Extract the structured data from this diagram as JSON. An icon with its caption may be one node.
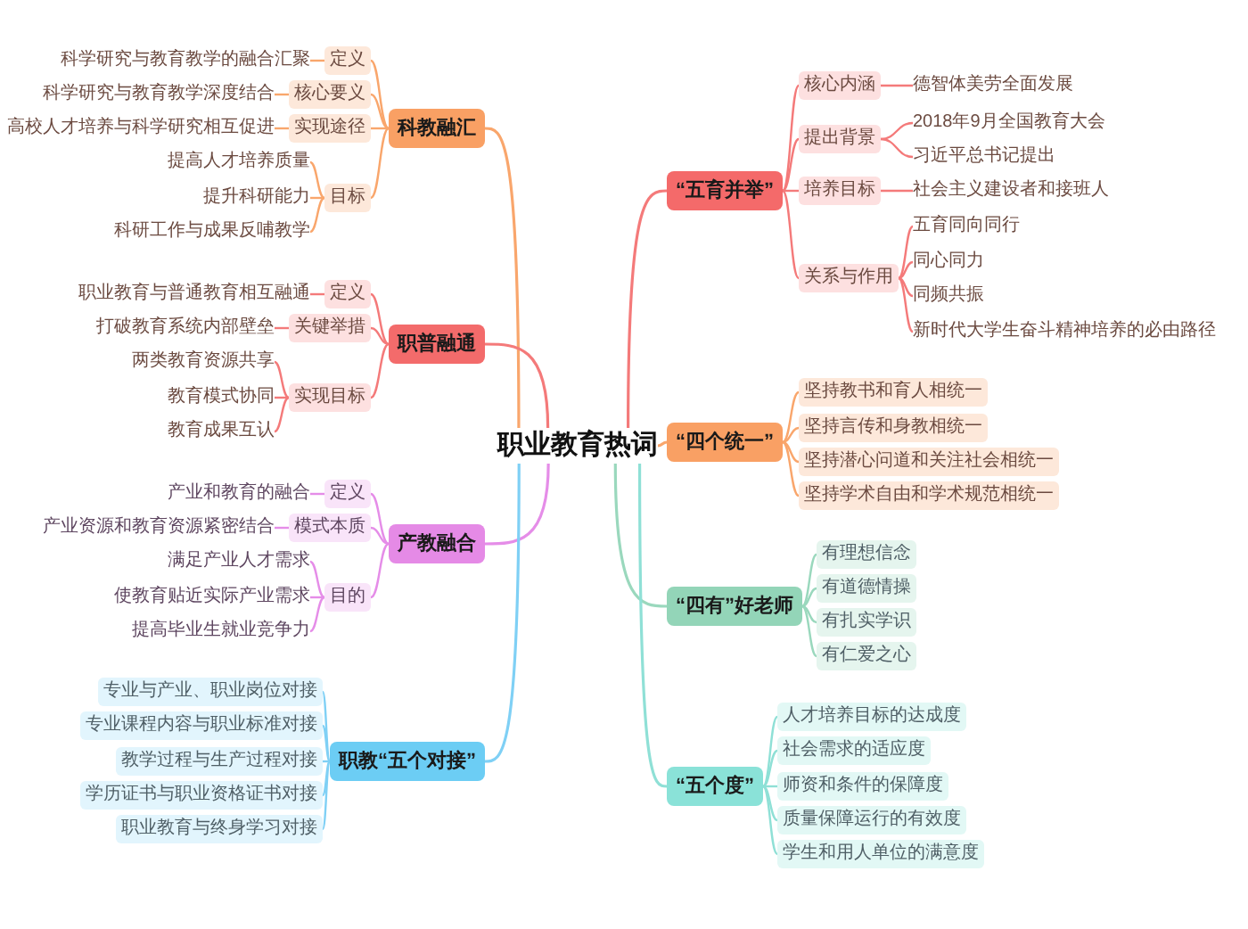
{
  "diagram": {
    "nodes": [
      {
        "text": [
          "职业教育热词"
        ]
      },
      {
        "text": [
          "科教融汇"
        ]
      },
      {
        "text": [
          "定义"
        ]
      },
      {
        "text": [
          "科学研究与教育教学的融合汇聚"
        ]
      },
      {
        "text": [
          "核心要义"
        ]
      },
      {
        "text": [
          "科学研究与教育教学深度结合"
        ]
      },
      {
        "text": [
          "实现途径"
        ]
      },
      {
        "text": [
          "高校人才培养与科学研究相互促进"
        ]
      },
      {
        "text": [
          "目标"
        ]
      },
      {
        "text": [
          "提高人才培养质量"
        ]
      },
      {
        "text": [
          "提升科研能力"
        ]
      },
      {
        "text": [
          "科研工作与成果反哺教学"
        ]
      },
      {
        "text": [
          "职普融通"
        ]
      },
      {
        "text": [
          "定义"
        ]
      },
      {
        "text": [
          "职业教育与普通教育相互融通"
        ]
      },
      {
        "text": [
          "关键举措"
        ]
      },
      {
        "text": [
          "打破教育系统内部壁垒"
        ]
      },
      {
        "text": [
          "实现目标"
        ]
      },
      {
        "text": [
          "两类教育资源共享"
        ]
      },
      {
        "text": [
          "教育模式协同"
        ]
      },
      {
        "text": [
          "教育成果互认"
        ]
      },
      {
        "text": [
          "产教融合"
        ]
      },
      {
        "text": [
          "定义"
        ]
      },
      {
        "text": [
          "产业和教育的融合"
        ]
      },
      {
        "text": [
          "模式本质"
        ]
      },
      {
        "text": [
          "产业资源和教育资源紧密结合"
        ]
      },
      {
        "text": [
          "目的"
        ]
      },
      {
        "text": [
          "满足产业人才需求"
        ]
      },
      {
        "text": [
          "使教育贴近实际产业需求"
        ]
      },
      {
        "text": [
          "提高毕业生就业竞争力"
        ]
      },
      {
        "text": [
          "职教“五个对接”"
        ]
      },
      {
        "text": [
          "专业与产业、职业岗位对接"
        ]
      },
      {
        "text": [
          "专业课程内容与职业标准对接"
        ]
      },
      {
        "text": [
          "教学过程与生产过程对接"
        ]
      },
      {
        "text": [
          "学历证书与职业资格证书对接"
        ]
      },
      {
        "text": [
          "职业教育与终身学习对接"
        ]
      },
      {
        "text": [
          "“五育并举”"
        ]
      },
      {
        "text": [
          "核心内涵"
        ]
      },
      {
        "text": [
          "德智体美劳全面发展"
        ]
      },
      {
        "text": [
          "提出背景"
        ]
      },
      {
        "text": [
          "2018年9月全国教育大会"
        ]
      },
      {
        "text": [
          "习近平总书记提出"
        ]
      },
      {
        "text": [
          "培养目标"
        ]
      },
      {
        "text": [
          "社会主义建设者和接班人"
        ]
      },
      {
        "text": [
          "关系与作用"
        ]
      },
      {
        "text": [
          "五育同向同行"
        ]
      },
      {
        "text": [
          "同心同力"
        ]
      },
      {
        "text": [
          "同频共振"
        ]
      },
      {
        "text": [
          "新时代大学生奋斗精神培养的必由路径"
        ]
      },
      {
        "text": [
          "“四个统一”"
        ]
      },
      {
        "text": [
          "坚持教书和育人相统一"
        ]
      },
      {
        "text": [
          "坚持言传和身教相统一"
        ]
      },
      {
        "text": [
          "坚持潜心问道和关注社会相统一"
        ]
      },
      {
        "text": [
          "坚持学术自由和学术规范相统一"
        ]
      },
      {
        "text": [
          "“四有”好老师"
        ]
      },
      {
        "text": [
          "有理想信念"
        ]
      },
      {
        "text": [
          "有道德情操"
        ]
      },
      {
        "text": [
          "有扎实学识"
        ]
      },
      {
        "text": [
          "有仁爱之心"
        ]
      },
      {
        "text": [
          "“五个度”"
        ]
      },
      {
        "text": [
          "人才培养目标的达成度"
        ]
      },
      {
        "text": [
          "社会需求的适应度"
        ]
      },
      {
        "text": [
          "师资和条件的保障度"
        ]
      },
      {
        "text": [
          "质量保障运行的有效度"
        ]
      },
      {
        "text": [
          "学生和用人单位的满意度"
        ]
      }
    ],
    "edges": [
      {
        "from": 0,
        "to": 1,
        "arrow": "none",
        "color": "#f9a66c"
      },
      {
        "from": 0,
        "to": 12,
        "arrow": "none",
        "color": "#f47a7a"
      },
      {
        "from": 0,
        "to": 21,
        "arrow": "none",
        "color": "#e58de8"
      },
      {
        "from": 0,
        "to": 30,
        "arrow": "none",
        "color": "#7fd0f5"
      },
      {
        "from": 0,
        "to": 36,
        "arrow": "none",
        "color": "#f47a7a"
      },
      {
        "from": 0,
        "to": 49,
        "arrow": "none",
        "color": "#f9a66c"
      },
      {
        "from": 0,
        "to": 54,
        "arrow": "none",
        "color": "#9ad8bd"
      },
      {
        "from": 0,
        "to": 59,
        "arrow": "none",
        "color": "#8fe0d6"
      },
      {
        "from": 1,
        "to": 2,
        "arrow": "none",
        "color": "#f9a66c"
      },
      {
        "from": 2,
        "to": 3,
        "arrow": "none",
        "color": "#f9a66c"
      },
      {
        "from": 1,
        "to": 4,
        "arrow": "none",
        "color": "#f9a66c"
      },
      {
        "from": 4,
        "to": 5,
        "arrow": "none",
        "color": "#f9a66c"
      },
      {
        "from": 1,
        "to": 6,
        "arrow": "none",
        "color": "#f9a66c"
      },
      {
        "from": 6,
        "to": 7,
        "arrow": "none",
        "color": "#f9a66c"
      },
      {
        "from": 1,
        "to": 8,
        "arrow": "none",
        "color": "#f9a66c"
      },
      {
        "from": 8,
        "to": 9,
        "arrow": "none",
        "color": "#f9a66c"
      },
      {
        "from": 8,
        "to": 10,
        "arrow": "none",
        "color": "#f9a66c"
      },
      {
        "from": 8,
        "to": 11,
        "arrow": "none",
        "color": "#f9a66c"
      },
      {
        "from": 12,
        "to": 13,
        "arrow": "none",
        "color": "#f47a7a"
      },
      {
        "from": 13,
        "to": 14,
        "arrow": "none",
        "color": "#f47a7a"
      },
      {
        "from": 12,
        "to": 15,
        "arrow": "none",
        "color": "#f47a7a"
      },
      {
        "from": 15,
        "to": 16,
        "arrow": "none",
        "color": "#f47a7a"
      },
      {
        "from": 12,
        "to": 17,
        "arrow": "none",
        "color": "#f47a7a"
      },
      {
        "from": 17,
        "to": 18,
        "arrow": "none",
        "color": "#f47a7a"
      },
      {
        "from": 17,
        "to": 19,
        "arrow": "none",
        "color": "#f47a7a"
      },
      {
        "from": 17,
        "to": 20,
        "arrow": "none",
        "color": "#f47a7a"
      },
      {
        "from": 21,
        "to": 22,
        "arrow": "none",
        "color": "#e58de8"
      },
      {
        "from": 22,
        "to": 23,
        "arrow": "none",
        "color": "#e58de8"
      },
      {
        "from": 21,
        "to": 24,
        "arrow": "none",
        "color": "#e58de8"
      },
      {
        "from": 24,
        "to": 25,
        "arrow": "none",
        "color": "#e58de8"
      },
      {
        "from": 21,
        "to": 26,
        "arrow": "none",
        "color": "#e58de8"
      },
      {
        "from": 26,
        "to": 27,
        "arrow": "none",
        "color": "#e58de8"
      },
      {
        "from": 26,
        "to": 28,
        "arrow": "none",
        "color": "#e58de8"
      },
      {
        "from": 26,
        "to": 29,
        "arrow": "none",
        "color": "#e58de8"
      },
      {
        "from": 30,
        "to": 31,
        "arrow": "none",
        "color": "#7fd0f5"
      },
      {
        "from": 30,
        "to": 32,
        "arrow": "none",
        "color": "#7fd0f5"
      },
      {
        "from": 30,
        "to": 33,
        "arrow": "none",
        "color": "#7fd0f5"
      },
      {
        "from": 30,
        "to": 34,
        "arrow": "none",
        "color": "#7fd0f5"
      },
      {
        "from": 30,
        "to": 35,
        "arrow": "none",
        "color": "#7fd0f5"
      },
      {
        "from": 36,
        "to": 37,
        "arrow": "none",
        "color": "#f47a7a"
      },
      {
        "from": 37,
        "to": 38,
        "arrow": "none",
        "color": "#f47a7a"
      },
      {
        "from": 36,
        "to": 39,
        "arrow": "none",
        "color": "#f47a7a"
      },
      {
        "from": 39,
        "to": 40,
        "arrow": "none",
        "color": "#f47a7a"
      },
      {
        "from": 39,
        "to": 41,
        "arrow": "none",
        "color": "#f47a7a"
      },
      {
        "from": 36,
        "to": 42,
        "arrow": "none",
        "color": "#f47a7a"
      },
      {
        "from": 42,
        "to": 43,
        "arrow": "none",
        "color": "#f47a7a"
      },
      {
        "from": 36,
        "to": 44,
        "arrow": "none",
        "color": "#f47a7a"
      },
      {
        "from": 44,
        "to": 45,
        "arrow": "none",
        "color": "#f47a7a"
      },
      {
        "from": 44,
        "to": 46,
        "arrow": "none",
        "color": "#f47a7a"
      },
      {
        "from": 44,
        "to": 47,
        "arrow": "none",
        "color": "#f47a7a"
      },
      {
        "from": 44,
        "to": 48,
        "arrow": "none",
        "color": "#f47a7a"
      },
      {
        "from": 49,
        "to": 50,
        "arrow": "none",
        "color": "#f9a66c"
      },
      {
        "from": 49,
        "to": 51,
        "arrow": "none",
        "color": "#f9a66c"
      },
      {
        "from": 49,
        "to": 52,
        "arrow": "none",
        "color": "#f9a66c"
      },
      {
        "from": 49,
        "to": 53,
        "arrow": "none",
        "color": "#f9a66c"
      },
      {
        "from": 54,
        "to": 55,
        "arrow": "none",
        "color": "#9ad8bd"
      },
      {
        "from": 54,
        "to": 56,
        "arrow": "none",
        "color": "#9ad8bd"
      },
      {
        "from": 54,
        "to": 57,
        "arrow": "none",
        "color": "#9ad8bd"
      },
      {
        "from": 54,
        "to": 58,
        "arrow": "none",
        "color": "#9ad8bd"
      },
      {
        "from": 59,
        "to": 60,
        "arrow": "none",
        "color": "#8fe0d6"
      },
      {
        "from": 59,
        "to": 61,
        "arrow": "none",
        "color": "#8fe0d6"
      },
      {
        "from": 59,
        "to": 62,
        "arrow": "none",
        "color": "#8fe0d6"
      },
      {
        "from": 59,
        "to": 63,
        "arrow": "none",
        "color": "#8fe0d6"
      },
      {
        "from": 59,
        "to": 64,
        "arrow": "none",
        "color": "#8fe0d6"
      }
    ]
  }
}
